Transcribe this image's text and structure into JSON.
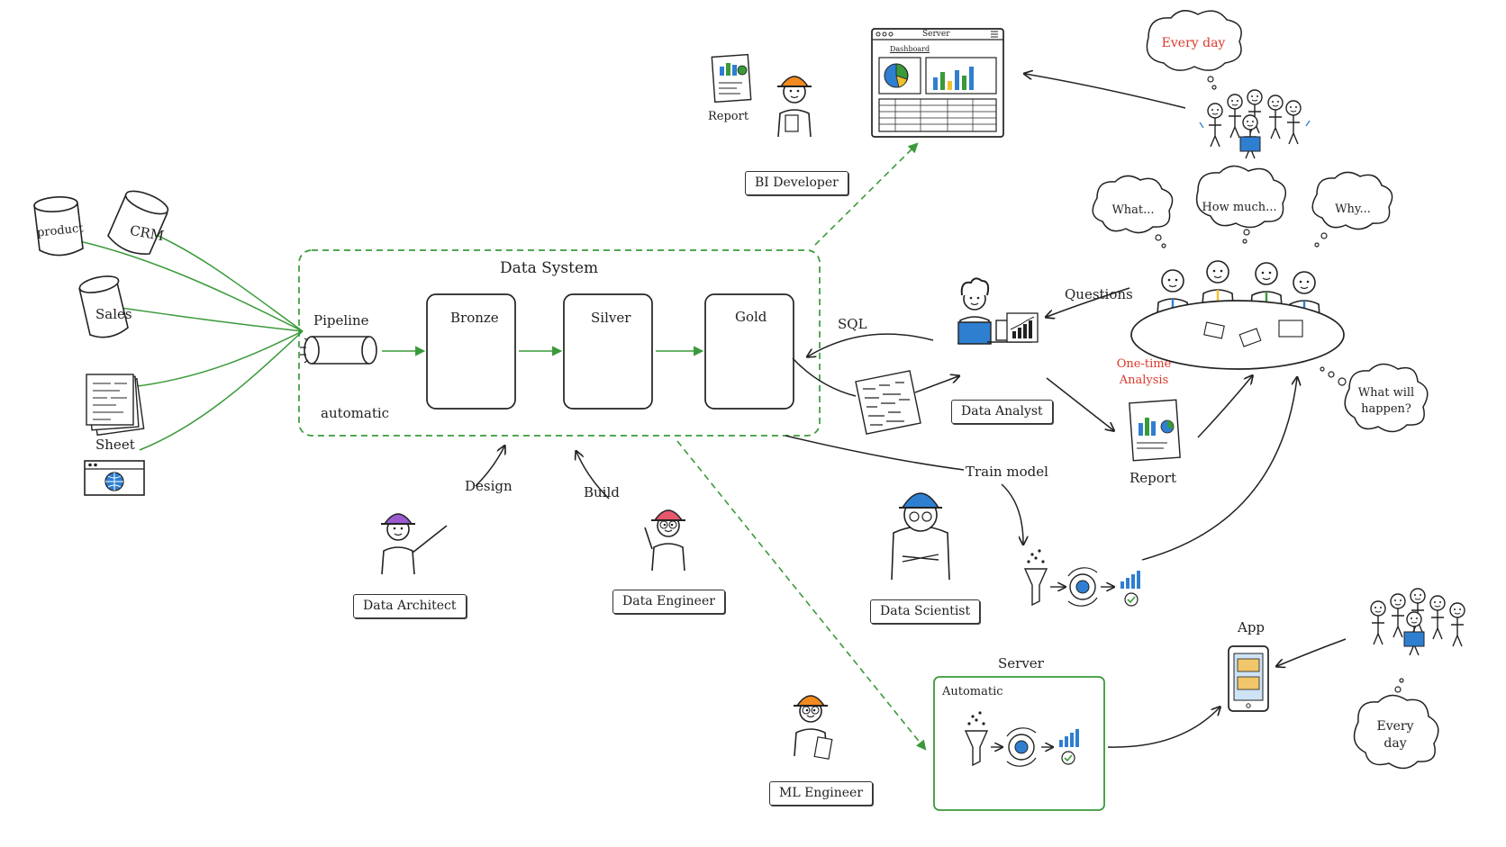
{
  "data_system": {
    "title": "Data System",
    "pipeline_label": "Pipeline",
    "automatic_label": "automatic",
    "layers": [
      "Bronze",
      "Silver",
      "Gold"
    ]
  },
  "sources": {
    "product": "product",
    "crm": "CRM",
    "sales": "Sales",
    "sheet": "Sheet"
  },
  "roles": {
    "bi_developer": "BI Developer",
    "data_analyst": "Data Analyst",
    "data_architect": "Data Architect",
    "data_engineer": "Data Engineer",
    "data_scientist": "Data Scientist",
    "ml_engineer": "ML Engineer"
  },
  "actions": {
    "design": "Design",
    "build": "Build",
    "sql": "SQL",
    "questions": "Questions",
    "train_model": "Train model"
  },
  "dashboard": {
    "window_title": "Server",
    "tab": "Dashboard"
  },
  "reports": {
    "bi_report": "Report",
    "analyst_report": "Report",
    "one_time_line1": "One-time",
    "one_time_line2": "Analysis"
  },
  "clouds": {
    "every_day_top": "Every day",
    "what": "What...",
    "how_much": "How much...",
    "why": "Why...",
    "what_will_line1": "What will",
    "what_will_line2": "happen?",
    "every_day_bottom_line1": "Every",
    "every_day_bottom_line2": "day"
  },
  "deployment": {
    "server_title": "Server",
    "automatic": "Automatic",
    "app": "App"
  },
  "colors": {
    "green": "#3a9a3a",
    "red": "#d93a2b",
    "ink": "#222222"
  }
}
